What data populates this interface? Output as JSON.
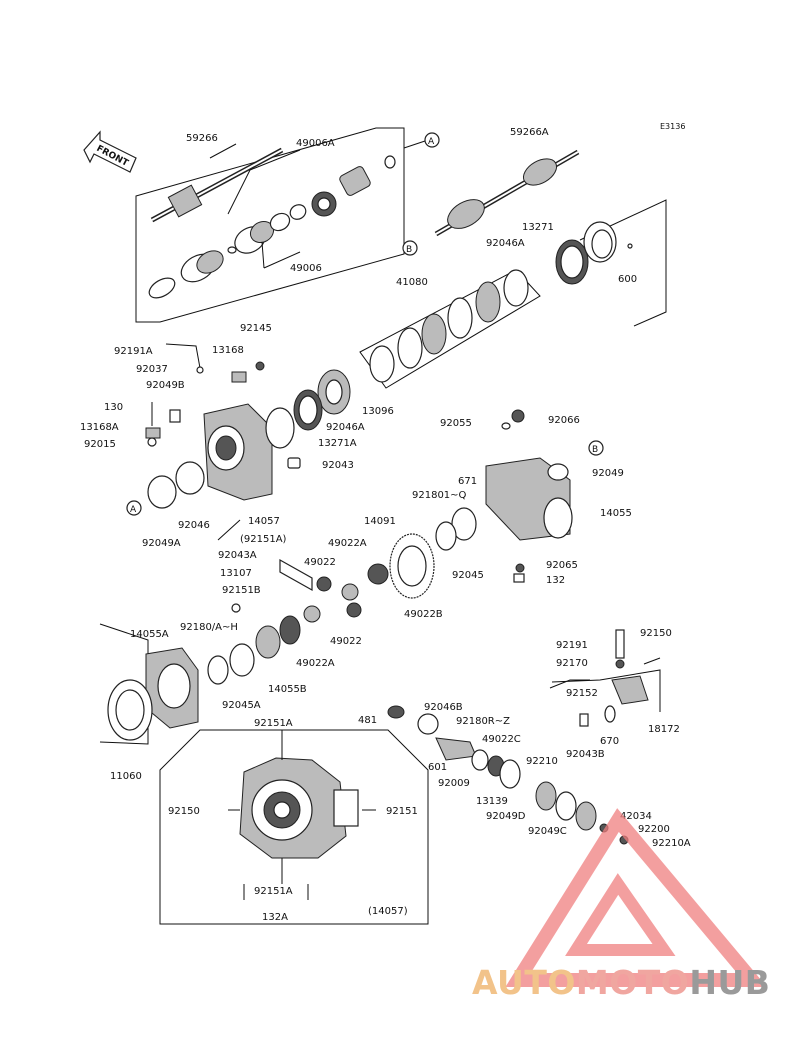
{
  "diagram_code": "E3136",
  "front_label": "FRONT",
  "callouts": {
    "A": "A",
    "B": "B"
  },
  "parts": {
    "p59266": "59266",
    "p49006A": "49006A",
    "p49006": "49006",
    "p59266A": "59266A",
    "p13271": "13271",
    "p92046A_top": "92046A",
    "p600": "600",
    "p41080": "41080",
    "p92145": "92145",
    "p92191A": "92191A",
    "p13168": "13168",
    "p92037": "92037",
    "p92049B": "92049B",
    "p130": "130",
    "p13168A": "13168A",
    "p92015": "92015",
    "p13096": "13096",
    "p92046A_mid": "92046A",
    "p13271A": "13271A",
    "p92043": "92043",
    "p92046": "92046",
    "p14057": "14057",
    "p92049A": "92049A",
    "p92151A_paren": "(92151A)",
    "p92055": "92055",
    "p92066": "92066",
    "p671": "671",
    "p92049": "92049",
    "p921801Q": "921801~Q",
    "p14055": "14055",
    "p14091": "14091",
    "p49022A_top": "49022A",
    "p92043A": "92043A",
    "p49022_top": "49022",
    "p13107": "13107",
    "p92151B": "92151B",
    "p92045": "92045",
    "p92065": "92065",
    "p132": "132",
    "p49022B": "49022B",
    "p92180AH": "92180/A~H",
    "p49022": "49022",
    "p14055A": "14055A",
    "p49022A": "49022A",
    "p14055B": "14055B",
    "p92045A": "92045A",
    "p92191": "92191",
    "p92150_r": "92150",
    "p92170": "92170",
    "p92152": "92152",
    "p18172": "18172",
    "p670": "670",
    "p92043B": "92043B",
    "p92046B": "92046B",
    "p481": "481",
    "p92180RZ": "92180R~Z",
    "p49022C": "49022C",
    "p601": "601",
    "p92210": "92210",
    "p92009": "92009",
    "p13139": "13139",
    "p92049D": "92049D",
    "p42034": "42034",
    "p92200": "92200",
    "p92049C": "92049C",
    "p92210A": "92210A",
    "p11060": "11060",
    "p92151A_top": "92151A",
    "p92150_l": "92150",
    "p92151_r": "92151",
    "p92151A_bot": "92151A",
    "p132A": "132A",
    "p14057_paren": "(14057)"
  },
  "watermark": {
    "part1": "AUTO",
    "part2": "MOTO",
    "part3": "HUB",
    "colors": {
      "auto": "#f2c38a",
      "moto": "#f0a6a0",
      "hub": "#9a9a9a",
      "triangle": "#f08080"
    }
  }
}
